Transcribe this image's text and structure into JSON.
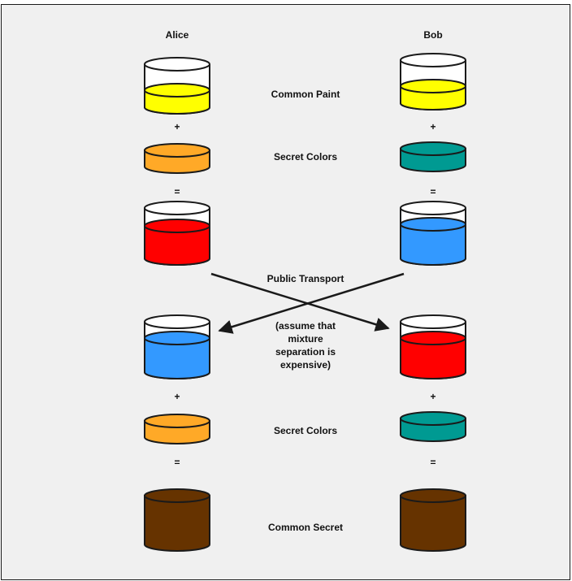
{
  "headers": {
    "left": "Alice",
    "right": "Bob"
  },
  "labels": {
    "common_paint": "Common Paint",
    "secret_colors_top": "Secret Colors",
    "public_transport": "Public Transport",
    "assume": [
      "(assume that",
      "mixture",
      "separation is",
      "expensive)"
    ],
    "secret_colors_bottom": "Secret Colors",
    "common_secret": "Common Secret"
  },
  "operators": {
    "plus": "+",
    "equals": "="
  },
  "colors": {
    "yellow": "#ffff00",
    "orange": "#ffa927",
    "teal": "#009a92",
    "red": "#ff0000",
    "blue": "#3399ff",
    "brown": "#663300",
    "outline": "#1a1a1a",
    "glass": "#ffffff"
  },
  "containers": {
    "alice": [
      "yellow-paint-beaker",
      "orange-secret-disc",
      "red-mix-beaker",
      "blue-received-beaker",
      "orange-secret-disc",
      "brown-secret-cylinder"
    ],
    "bob": [
      "yellow-paint-beaker",
      "teal-secret-disc",
      "blue-mix-beaker",
      "red-received-beaker",
      "teal-secret-disc",
      "brown-secret-cylinder"
    ]
  }
}
